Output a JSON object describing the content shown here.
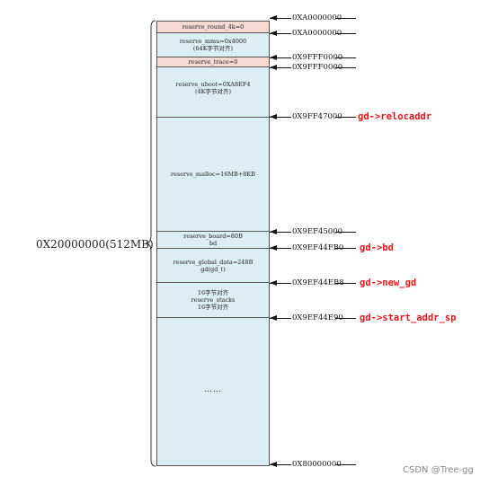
{
  "segments": [
    {
      "lines": [
        "reserve_round_4k=0"
      ],
      "color": "#f5d9d2"
    },
    {
      "lines": [
        "reserve_mmu=0x4000",
        "(64K字节对齐)"
      ],
      "color": "#dcedf4"
    },
    {
      "lines": [
        "reserve_trace=0"
      ],
      "color": "#f5d9d2"
    },
    {
      "lines": [
        "reserve_uboot=0XA8EF4",
        "(4K字节对齐)"
      ],
      "color": "#dcedf4"
    },
    {
      "lines": [
        "reserve_malloc=16MB+8KB"
      ],
      "color": "#dcedf4"
    },
    {
      "lines": [
        "reserve_board=80B",
        "bd"
      ],
      "color": "#dcedf4"
    },
    {
      "lines": [
        "reserve_global_data=248B",
        "gd(gd_t)"
      ],
      "color": "#dcedf4"
    },
    {
      "lines": [
        "16字节对齐",
        "reserve_stacks",
        "16字节对齐"
      ],
      "color": "#dcedf4"
    },
    {
      "lines": [
        "……"
      ],
      "color": "#dcedf4"
    }
  ],
  "addresses": [
    {
      "value": "0XA0000000",
      "pointer": ""
    },
    {
      "value": "0XA0000000",
      "pointer": ""
    },
    {
      "value": "0X9FFF0000",
      "pointer": ""
    },
    {
      "value": "0X9FFF0000",
      "pointer": ""
    },
    {
      "value": "0X9FF47000",
      "pointer": "gd->relocaddr"
    },
    {
      "value": "0X9EF45000",
      "pointer": ""
    },
    {
      "value": "0X9EF44FB0",
      "pointer": "gd->bd"
    },
    {
      "value": "0X9EF44EB8",
      "pointer": "gd->new_gd"
    },
    {
      "value": "0X9EF44E90",
      "pointer": "gd->start_addr_sp"
    },
    {
      "value": "0X80000000",
      "pointer": ""
    }
  ],
  "total_label": "0X20000000(512MB)",
  "watermark": "CSDN @Tree-gg"
}
